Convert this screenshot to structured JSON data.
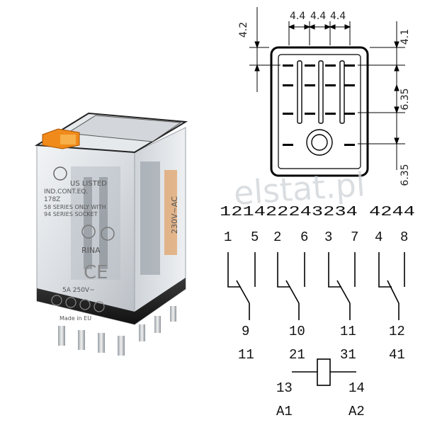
{
  "dimensions": {
    "top_offset": "4.2",
    "pin_pitch": [
      "4.4",
      "4.4",
      "4.4"
    ],
    "right_top": "4.1",
    "right_mid": "6.35",
    "right_bottom": "6.35"
  },
  "watermark": "elstat.pl",
  "relay_labels": {
    "listed": "US LISTED",
    "cont1": "IND.CONT.EQ.",
    "cont2": "178Z",
    "series1": "58 SERIES ONLY WITH",
    "series2": "94 SERIES SOCKET",
    "voltage": "230V~AC",
    "rina": "RINA",
    "rating": "5A 250V~",
    "made_in": "Made in EU"
  },
  "schematic": {
    "pin_header": "121422243234 4244",
    "contacts": [
      {
        "nc": "1",
        "no": "5",
        "common": "9",
        "common_alt": "11"
      },
      {
        "nc": "2",
        "no": "6",
        "common": "10",
        "common_alt": "21"
      },
      {
        "nc": "3",
        "no": "7",
        "common": "11",
        "common_alt": "31"
      },
      {
        "nc": "4",
        "no": "8",
        "common": "12",
        "common_alt": "41"
      }
    ],
    "coil": {
      "left": "13",
      "right": "14",
      "left_alt": "A1",
      "right_alt": "A2"
    }
  }
}
